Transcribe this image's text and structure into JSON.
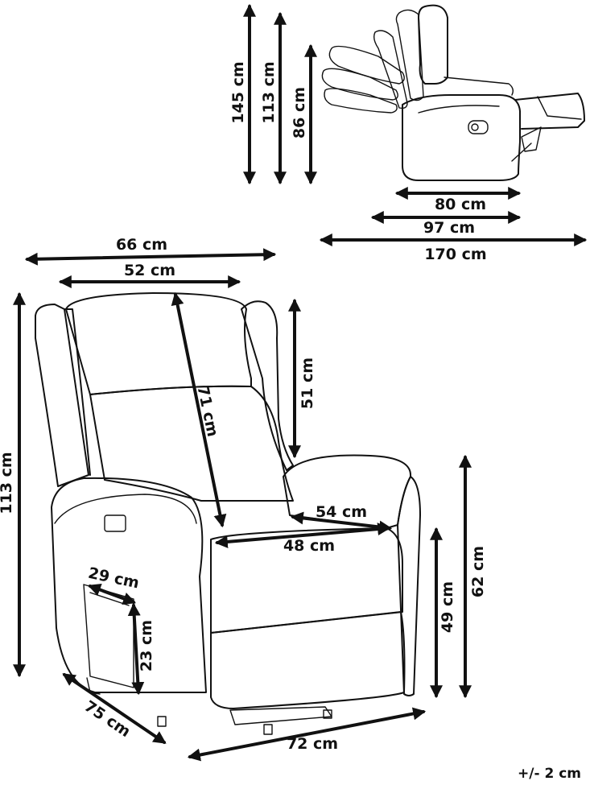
{
  "dimensions": {
    "total_height_reclined": "145 cm",
    "total_height": "113 cm",
    "side_seat_height": "86 cm",
    "seat_depth": "80 cm",
    "total_depth": "97 cm",
    "reclined_length": "170 cm",
    "total_width": "66 cm",
    "backrest_width": "52 cm",
    "backrest_height_diag": "71 cm",
    "backrest_above_armrest": "51 cm",
    "front_height": "113 cm",
    "armrest_depth": "54 cm",
    "seat_width": "48 cm",
    "pocket_width": "29 cm",
    "pocket_height": "23 cm",
    "armrest_height": "62 cm",
    "seat_height": "49 cm",
    "side_depth": "75 cm",
    "front_width": "72 cm"
  },
  "tolerance": "+/- 2 cm"
}
